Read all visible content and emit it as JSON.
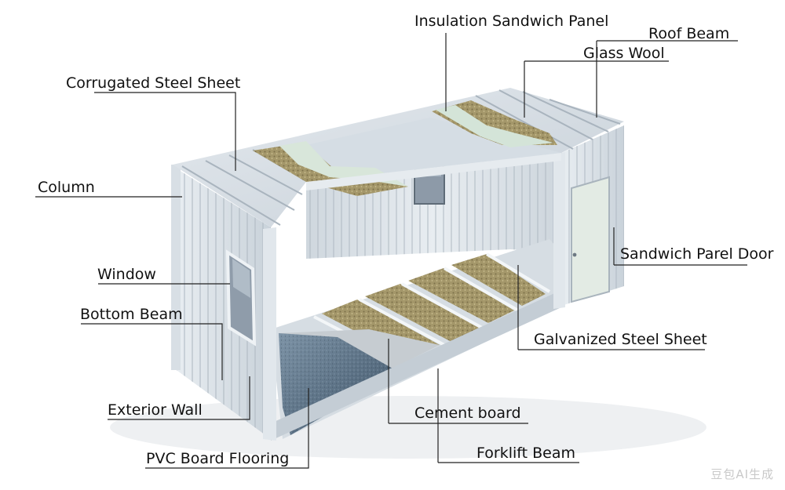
{
  "labels": {
    "insulation_sandwich_panel": "Insulation Sandwich Panel",
    "roof_beam": "Roof Beam",
    "glass_wool": "Glass Wool",
    "corrugated_steel_sheet": "Corrugated Steel Sheet",
    "column": "Column",
    "sandwich_panel_door": "Sandwich Parel Door",
    "window": "Window",
    "bottom_beam": "Bottom Beam",
    "galvanized_steel_sheet": "Galvanized Steel Sheet",
    "exterior_wall": "Exterior Wall",
    "cement_board": "Cement board",
    "pvc_board_flooring": "PVC Board Flooring",
    "forklift_beam": "Forklift Beam"
  },
  "watermark": "豆包AI生成",
  "colors": {
    "steel": "#dfe5ea",
    "steel_dark": "#b9c3cc",
    "glass_wool": "#a89a6a",
    "panel_green": "#d9e6dc",
    "pvc_floor": "#5a7086",
    "leader_line": "#222222"
  }
}
